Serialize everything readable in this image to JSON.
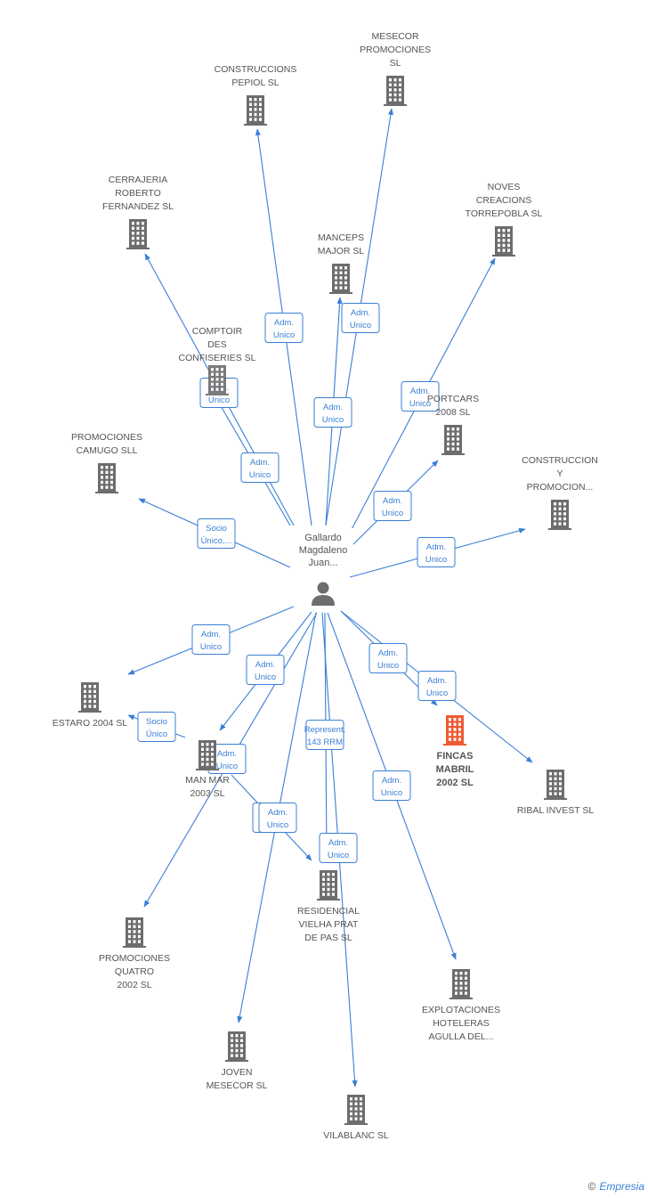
{
  "center": {
    "label": [
      "Gallardo",
      "Magdaleno",
      "Juan..."
    ]
  },
  "colors": {
    "edge": "#3a7fd5",
    "building": "#6d6d6d",
    "highlight": "#f05a33"
  },
  "companies": [
    {
      "id": "c1",
      "label": [
        "MESECOR",
        "PROMOCIONES",
        "SL"
      ]
    },
    {
      "id": "c2",
      "label": [
        "CONSTRUCCIONS",
        "PEPIOL SL"
      ]
    },
    {
      "id": "c3",
      "label": [
        "CERRAJERIA",
        "ROBERTO",
        "FERNANDEZ SL"
      ]
    },
    {
      "id": "c4",
      "label": [
        "NOVES",
        "CREACIONS",
        "TORREPOBLA SL"
      ]
    },
    {
      "id": "c5",
      "label": [
        "MANCEPS",
        "MAJOR SL"
      ]
    },
    {
      "id": "c6",
      "label": [
        "COMPTOIR",
        "DES",
        "CONFISERIES SL"
      ]
    },
    {
      "id": "c7",
      "label": [
        "PORTCARS",
        "2008 SL"
      ]
    },
    {
      "id": "c8",
      "label": [
        "PROMOCIONES",
        "CAMUGO SLL"
      ]
    },
    {
      "id": "c9",
      "label": [
        "CONSTRUCCION",
        "Y",
        "PROMOCION..."
      ]
    },
    {
      "id": "c10",
      "label": [
        "ESTARO 2004 SL"
      ]
    },
    {
      "id": "c11",
      "label": [
        "MAN MAR",
        "2003 SL"
      ]
    },
    {
      "id": "c12",
      "label": [
        "FINCAS",
        "MABRIL",
        "2002 SL"
      ],
      "highlight": true
    },
    {
      "id": "c13",
      "label": [
        "RIBAL INVEST SL"
      ]
    },
    {
      "id": "c14",
      "label": [
        "RESIDENCIAL",
        "VIELHA PRAT",
        "DE PAS SL"
      ]
    },
    {
      "id": "c15",
      "label": [
        "PROMOCIONES",
        "QUATRO",
        "2002 SL"
      ]
    },
    {
      "id": "c16",
      "label": [
        "EXPLOTACIONES",
        "HOTELERAS",
        "AGULLA DEL..."
      ]
    },
    {
      "id": "c17",
      "label": [
        "JOVEN",
        "MESECOR  SL"
      ]
    },
    {
      "id": "c18",
      "label": [
        "VILABLANC SL"
      ]
    }
  ],
  "edges": [
    {
      "to": "c1",
      "label": [
        "Adm.",
        "Unico"
      ]
    },
    {
      "to": "c2",
      "label": [
        "Adm.",
        "Unico"
      ]
    },
    {
      "to": "c3",
      "label": [
        "Adm.",
        "Unico"
      ]
    },
    {
      "to": "c4",
      "label": [
        "Adm.",
        "Unico"
      ]
    },
    {
      "to": "c5",
      "label": [
        "Adm.",
        "Unico"
      ]
    },
    {
      "to": "c6",
      "label": [
        "Adm.",
        "Unico"
      ]
    },
    {
      "to": "c7",
      "label": [
        "Adm.",
        "Unico"
      ]
    },
    {
      "to": "c8",
      "label": [
        "Socio",
        "Único,..."
      ]
    },
    {
      "to": "c9",
      "label": [
        "Adm.",
        "Unico"
      ]
    },
    {
      "to": "c10",
      "label": [
        "Adm.",
        "Unico"
      ]
    },
    {
      "to": "c10b",
      "label": [
        "Socio",
        "Único"
      ]
    },
    {
      "to": "c11",
      "label": [
        "Adm.",
        "Unico"
      ]
    },
    {
      "to": "c12",
      "label": [
        "Adm.",
        "Unico"
      ]
    },
    {
      "to": "c13",
      "label": [
        "Adm.",
        "Unico"
      ]
    },
    {
      "to": "c14",
      "label": [
        "Represent.",
        "143 RRM"
      ]
    },
    {
      "to": "c14b",
      "label": [
        "Adm.",
        "Unico"
      ]
    },
    {
      "to": "c15",
      "label": [
        "Adm.",
        "Unico"
      ]
    },
    {
      "to": "c16",
      "label": [
        "Adm.",
        "Unico"
      ]
    },
    {
      "to": "c17",
      "label": [
        "Adm.",
        "Unico"
      ]
    },
    {
      "to": "c18",
      "label": [
        "Adm.",
        "Unico"
      ]
    }
  ],
  "footer": {
    "copyright": "©",
    "brand": "Empresia"
  }
}
